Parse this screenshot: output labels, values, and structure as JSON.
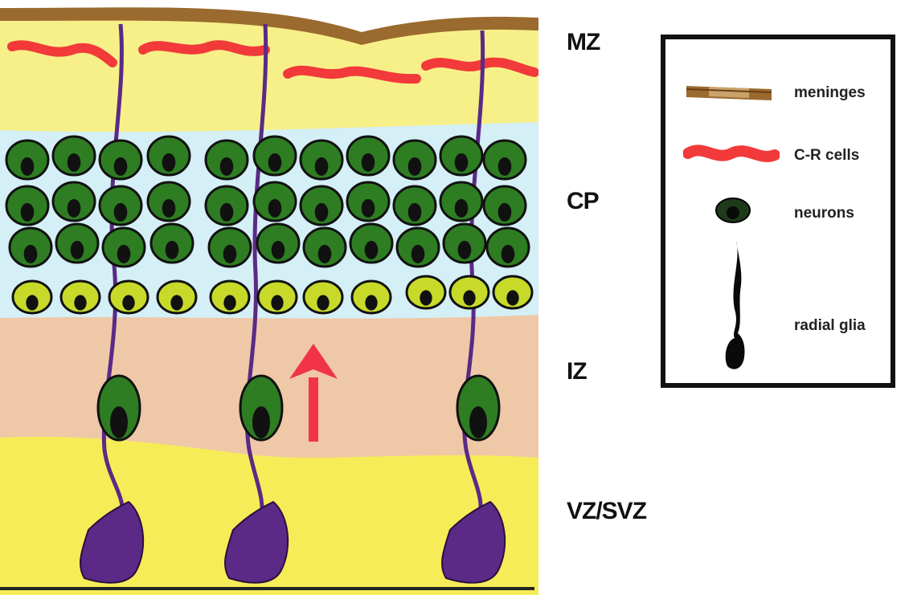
{
  "layers": {
    "mz": "MZ",
    "cp": "CP",
    "iz": "IZ",
    "vz_svz": "VZ/SVZ"
  },
  "legend": {
    "meninges": "meninges",
    "cr_cells": "C-R cells",
    "neurons": "neurons",
    "radial_glia": "radial glia"
  },
  "colors": {
    "meninges": "#9a6a2e",
    "cr_cells": "#f23a3a",
    "mz": "#f7f089",
    "cp": "#d4eff5",
    "iz": "#efc8a8",
    "vz_svz": "#f6ec58",
    "neuron": "#2e7d22",
    "young_neuron": "#c7da2a",
    "radial_glia": "#5a2a86",
    "arrow": "#f03446"
  },
  "icons": {
    "migration_arrow": "up-arrow"
  }
}
